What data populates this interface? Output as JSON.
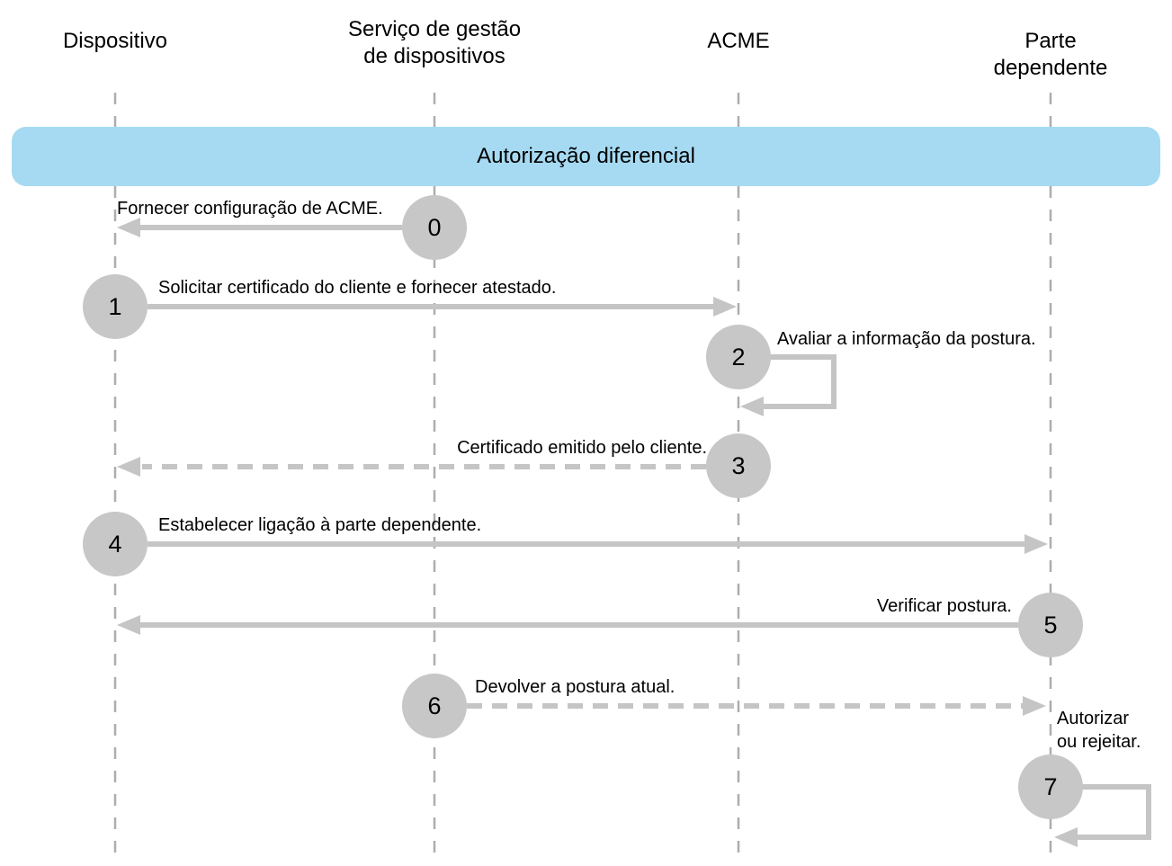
{
  "diagram": {
    "title": "Autorização diferencial",
    "participants": [
      {
        "name": "Dispositivo"
      },
      {
        "name": "Serviço de gestão\nde dispositivos"
      },
      {
        "name": "ACME"
      },
      {
        "name": "Parte dependente"
      }
    ],
    "steps": [
      {
        "num": "0",
        "label": "Fornecer configuração de ACME.",
        "from": "Serviço de gestão de dispositivos",
        "to": "Dispositivo",
        "line": "solid"
      },
      {
        "num": "1",
        "label": "Solicitar certificado do cliente e fornecer atestado.",
        "from": "Dispositivo",
        "to": "ACME",
        "line": "solid"
      },
      {
        "num": "2",
        "label": "Avaliar a informação da postura.",
        "from": "ACME",
        "to": "ACME",
        "line": "self-loop"
      },
      {
        "num": "3",
        "label": "Certificado emitido pelo cliente.",
        "from": "ACME",
        "to": "Dispositivo",
        "line": "dashed"
      },
      {
        "num": "4",
        "label": "Estabelecer ligação à parte dependente.",
        "from": "Dispositivo",
        "to": "Parte dependente",
        "line": "solid"
      },
      {
        "num": "5",
        "label": "Verificar postura.",
        "from": "Parte dependente",
        "to": "Dispositivo",
        "line": "solid"
      },
      {
        "num": "6",
        "label": "Devolver a postura atual.",
        "from": "Serviço de gestão de dispositivos",
        "to": "Parte dependente",
        "line": "dashed"
      },
      {
        "num": "7",
        "label": "Autorizar\nou rejeitar.",
        "from": "Parte dependente",
        "to": "Parte dependente",
        "line": "self-loop"
      }
    ],
    "colors": {
      "banner_fill": "#A6DAF2",
      "arrow": "#C5C5C5",
      "circle_fill": "#C7C7C7",
      "lifeline": "#ADADAD",
      "text": "#000000"
    }
  }
}
